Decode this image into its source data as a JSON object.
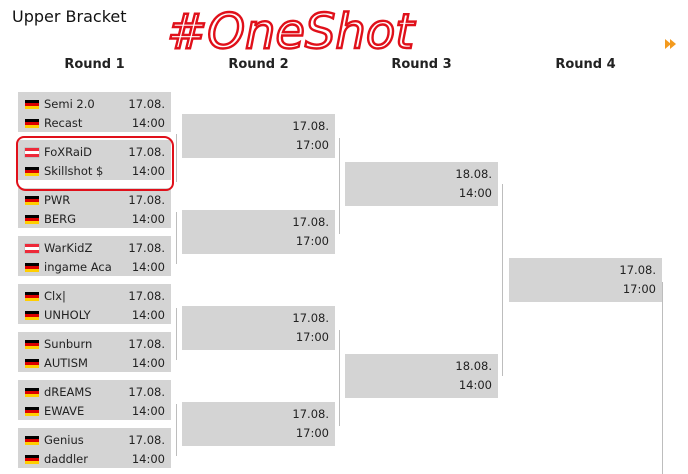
{
  "header": {
    "title": "Upper Bracket",
    "annotation": "#OneShot",
    "next_icon": "chevron-right-orange-icon"
  },
  "colors": {
    "annotation": "#e0101a",
    "box": "#d4d4d4",
    "arrow": "#f39a1e"
  },
  "rounds": [
    "Round 1",
    "Round 2",
    "Round 3",
    "Round 4"
  ],
  "round1": [
    {
      "teams": [
        {
          "name": "Semi 2.0",
          "flag": "de",
          "value": "17.08."
        },
        {
          "name": "Recast",
          "flag": "de",
          "value": "14:00"
        }
      ]
    },
    {
      "teams": [
        {
          "name": "FoXRaiD",
          "flag": "at",
          "value": "17.08."
        },
        {
          "name": "Skillshot $",
          "flag": "de",
          "value": "14:00"
        }
      ]
    },
    {
      "teams": [
        {
          "name": "PWR",
          "flag": "de",
          "value": "17.08."
        },
        {
          "name": "BERG",
          "flag": "de",
          "value": "14:00"
        }
      ]
    },
    {
      "teams": [
        {
          "name": "WarKidZ",
          "flag": "at",
          "value": "17.08."
        },
        {
          "name": "ingame Aca",
          "flag": "de",
          "value": "14:00"
        }
      ]
    },
    {
      "teams": [
        {
          "name": "Clx|",
          "flag": "de",
          "value": "17.08."
        },
        {
          "name": "UNHOLY",
          "flag": "de",
          "value": "14:00"
        }
      ]
    },
    {
      "teams": [
        {
          "name": "Sunburn",
          "flag": "de",
          "value": "17.08."
        },
        {
          "name": "AUTISM",
          "flag": "de",
          "value": "14:00"
        }
      ]
    },
    {
      "teams": [
        {
          "name": "dREAMS",
          "flag": "de",
          "value": "17.08."
        },
        {
          "name": "EWAVE",
          "flag": "de",
          "value": "14:00"
        }
      ]
    },
    {
      "teams": [
        {
          "name": "Genius",
          "flag": "de",
          "value": "17.08."
        },
        {
          "name": "daddler",
          "flag": "de",
          "value": "14:00"
        }
      ]
    }
  ],
  "round2": [
    {
      "date": "17.08.",
      "time": "17:00"
    },
    {
      "date": "17.08.",
      "time": "17:00"
    },
    {
      "date": "17.08.",
      "time": "17:00"
    },
    {
      "date": "17.08.",
      "time": "17:00"
    }
  ],
  "round3": [
    {
      "date": "18.08.",
      "time": "14:00"
    },
    {
      "date": "18.08.",
      "time": "14:00"
    }
  ],
  "round4": [
    {
      "date": "17.08.",
      "time": "17:00"
    }
  ]
}
